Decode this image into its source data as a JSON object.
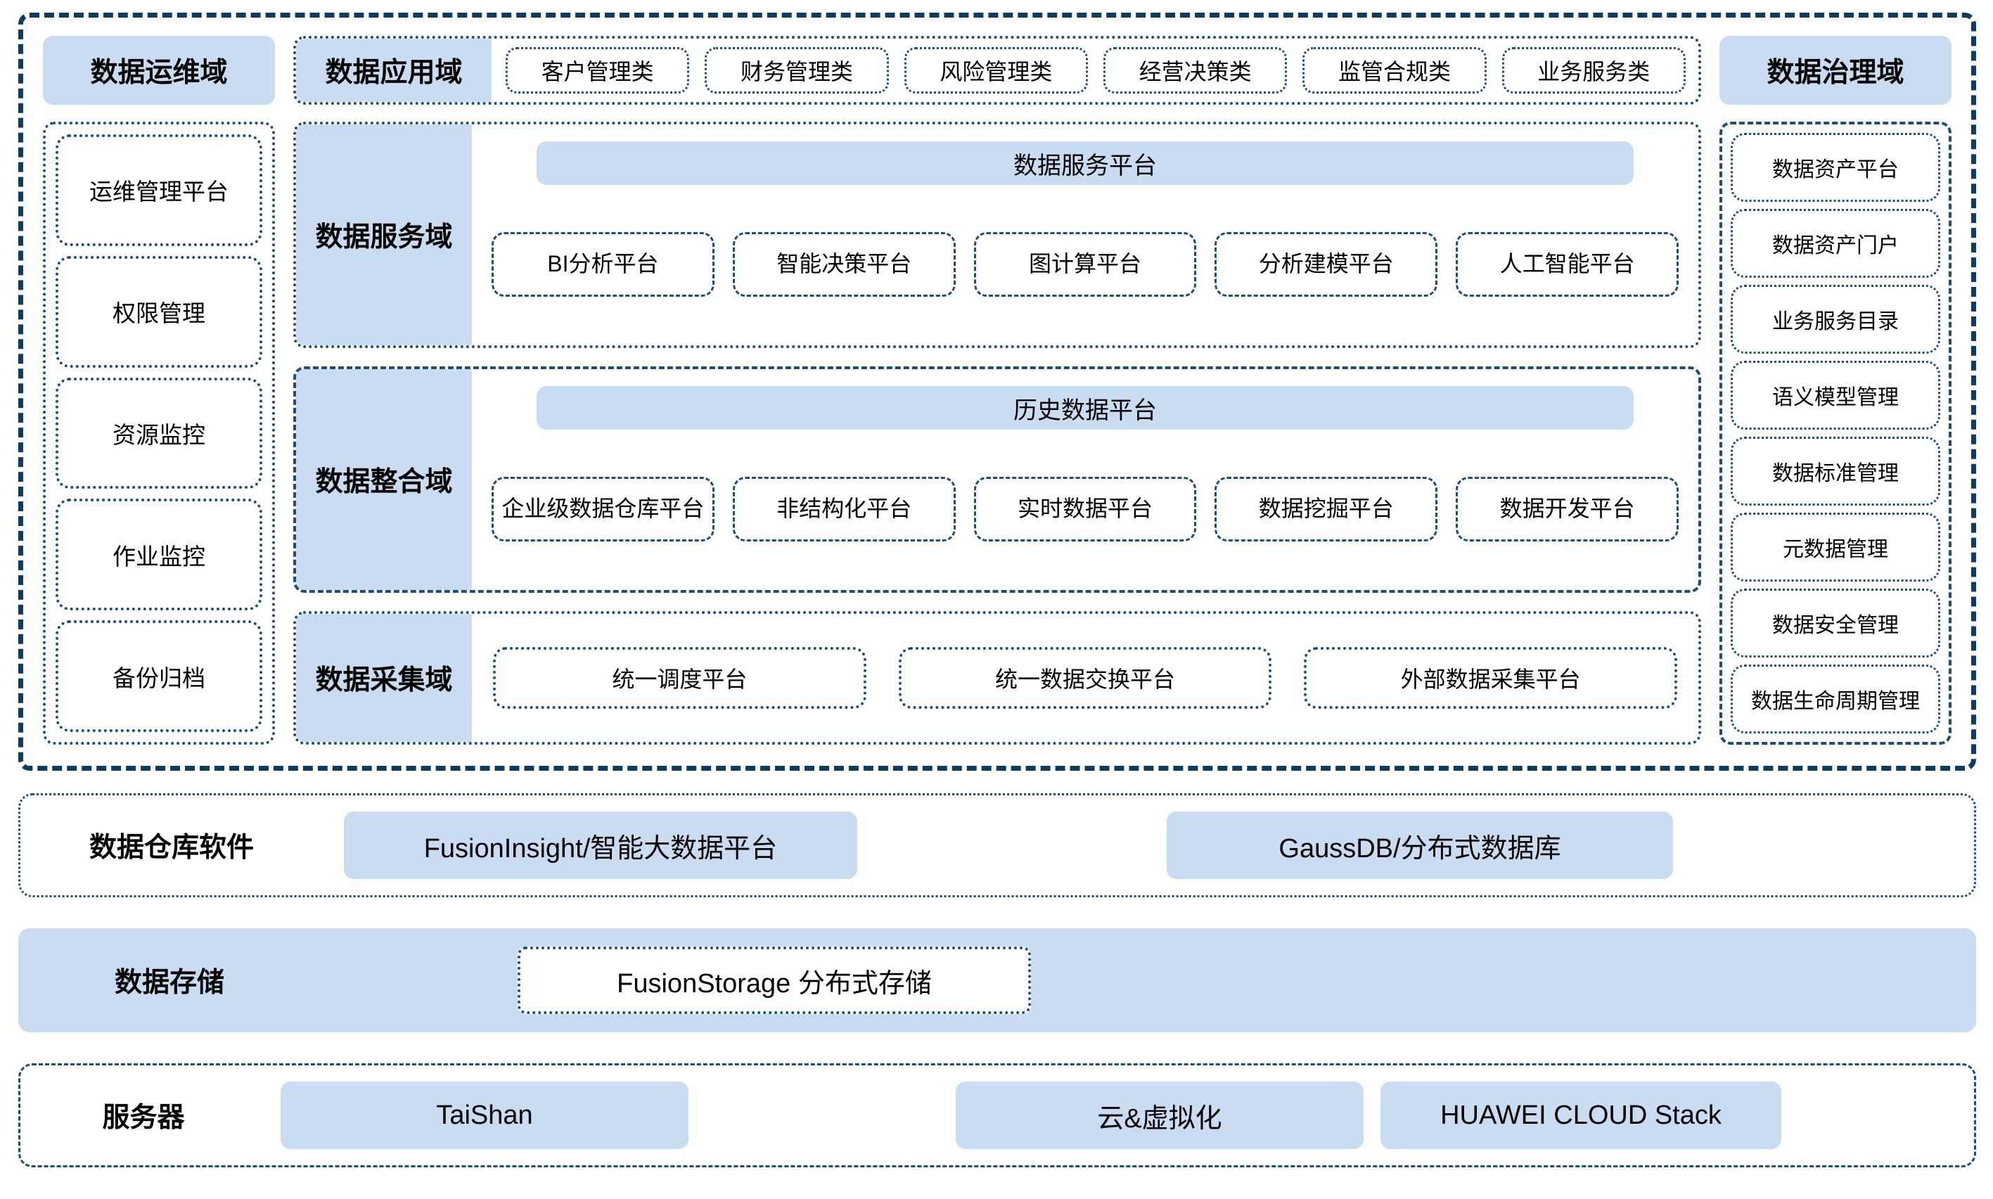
{
  "ops_domain": {
    "title": "数据运维域",
    "items": [
      {
        "label": "运维管理平台"
      },
      {
        "label": "权限管理"
      },
      {
        "label": "资源监控"
      },
      {
        "label": "作业监控"
      },
      {
        "label": "备份归档"
      }
    ]
  },
  "app_domain": {
    "title": "数据应用域",
    "items": [
      {
        "label": "客户管理类"
      },
      {
        "label": "财务管理类"
      },
      {
        "label": "风险管理类"
      },
      {
        "label": "经营决策类"
      },
      {
        "label": "监管合规类"
      },
      {
        "label": "业务服务类"
      }
    ]
  },
  "gov_domain": {
    "title": "数据治理域",
    "items": [
      {
        "label": "数据资产平台"
      },
      {
        "label": "数据资产门户"
      },
      {
        "label": "业务服务目录"
      },
      {
        "label": "语义模型管理"
      },
      {
        "label": "数据标准管理"
      },
      {
        "label": "元数据管理"
      },
      {
        "label": "数据安全管理"
      },
      {
        "label": "数据生命周期管理"
      }
    ]
  },
  "service_domain": {
    "title": "数据服务域",
    "banner": "数据服务平台",
    "items": [
      {
        "label": "BI分析平台"
      },
      {
        "label": "智能决策平台"
      },
      {
        "label": "图计算平台"
      },
      {
        "label": "分析建模平台"
      },
      {
        "label": "人工智能平台"
      }
    ]
  },
  "integration_domain": {
    "title": "数据整合域",
    "banner": "历史数据平台",
    "items": [
      {
        "label": "企业级数据仓库平台"
      },
      {
        "label": "非结构化平台"
      },
      {
        "label": "实时数据平台"
      },
      {
        "label": "数据挖掘平台"
      },
      {
        "label": "数据开发平台"
      }
    ]
  },
  "collect_domain": {
    "title": "数据采集域",
    "items": [
      {
        "label": "统一调度平台"
      },
      {
        "label": "统一数据交换平台"
      },
      {
        "label": "外部数据采集平台"
      }
    ]
  },
  "warehouse_band": {
    "title": "数据仓库软件",
    "items": [
      {
        "label": "FusionInsight/智能大数据平台"
      },
      {
        "label": "GaussDB/分布式数据库"
      }
    ]
  },
  "storage_band": {
    "title": "数据存储",
    "items": [
      {
        "label": "FusionStorage 分布式存储"
      }
    ]
  },
  "server_band": {
    "title": "服务器",
    "items": [
      {
        "label": "TaiShan"
      },
      {
        "label": "云&虚拟化"
      },
      {
        "label": "HUAWEI CLOUD Stack"
      }
    ]
  },
  "colors": {
    "blue_fill": "#c9dcf1",
    "border_navy": "#1d4f72",
    "outer_navy": "#0d3c5e",
    "background": "#ffffff"
  }
}
